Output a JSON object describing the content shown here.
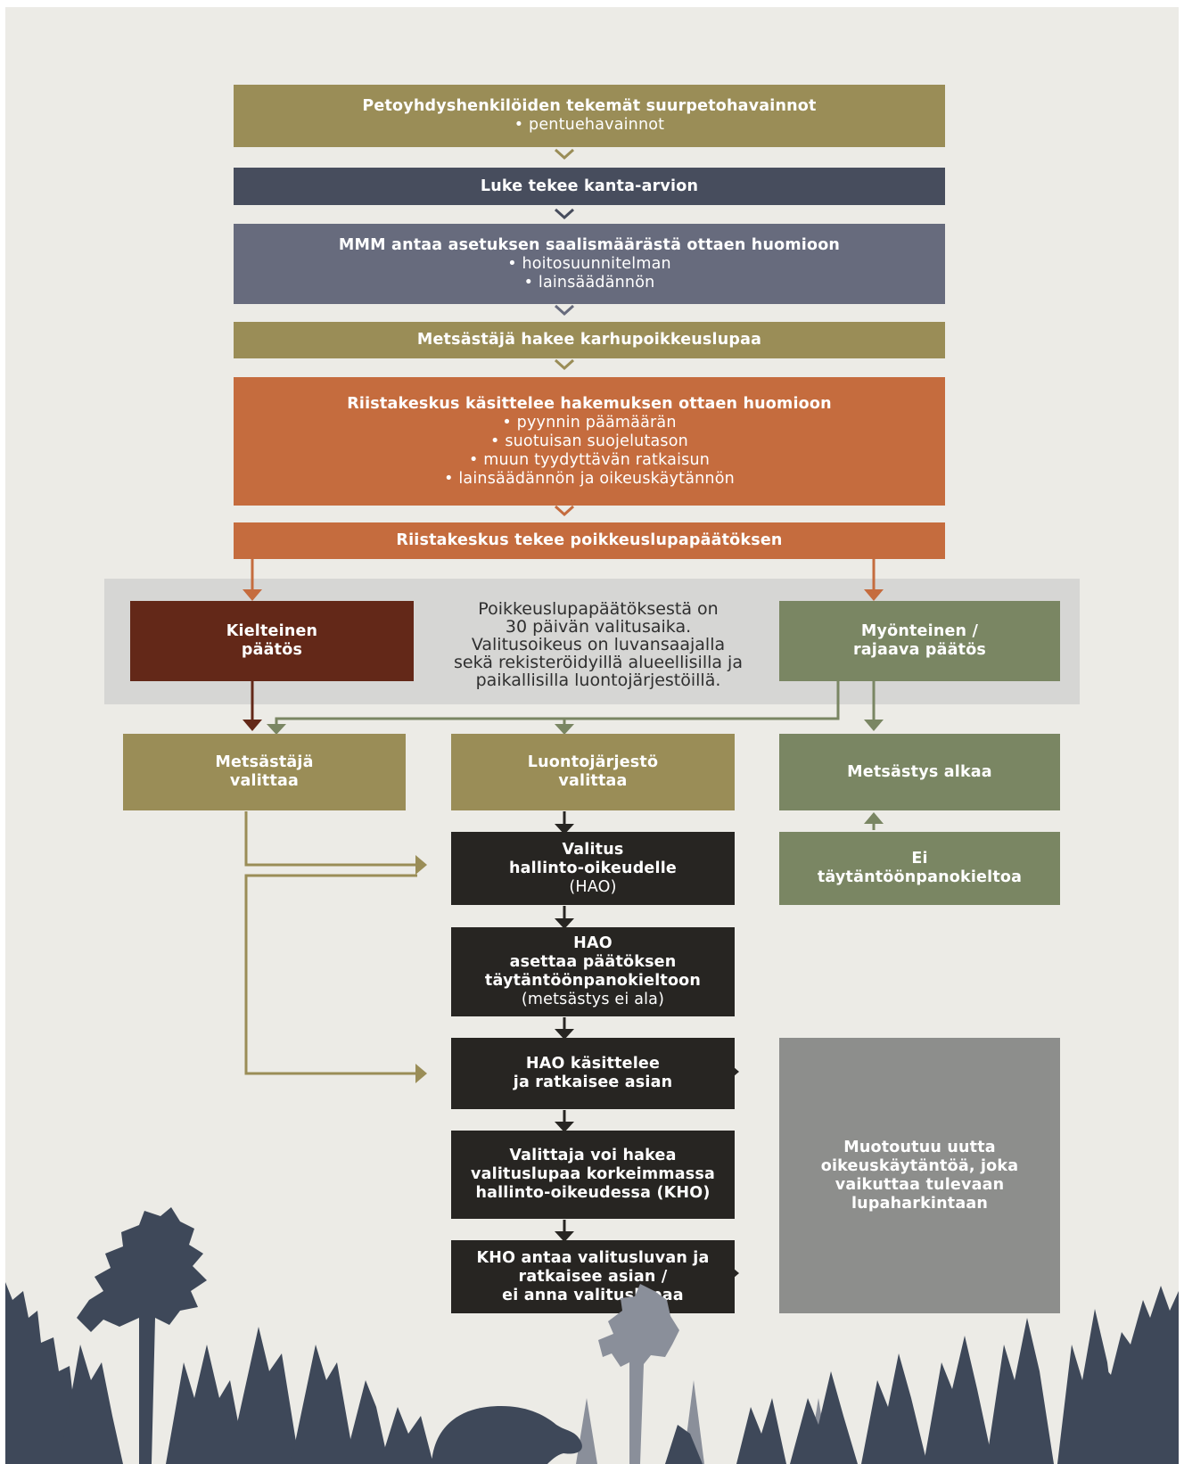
{
  "boxes": {
    "b1": {
      "title": "Petoyhdyshenkilöiden tekemät suurpetohavainnot",
      "lines": [
        "• pentuehavainnot"
      ]
    },
    "b2": {
      "title": "Luke tekee kanta-arvion"
    },
    "b3": {
      "title": "MMM antaa asetuksen saalismäärästä ottaen huomioon",
      "lines": [
        "• hoitosuunnitelman",
        "• lainsäädännön"
      ]
    },
    "b4": {
      "title": "Metsästäjä hakee karhupoikkeuslupaa"
    },
    "b5": {
      "title": "Riistakeskus käsittelee hakemuksen ottaen huomioon",
      "lines": [
        "• pyynnin päämäärän",
        "• suotuisan suojelutason",
        "• muun tyydyttävän ratkaisun",
        "• lainsäädännön ja oikeuskäytännön"
      ]
    },
    "b6": {
      "title": "Riistakeskus tekee poikkeuslupapäätöksen"
    },
    "b7": {
      "title": "Kielteinen\npäätös"
    },
    "b8": {
      "title": "Myönteinen /\nrajaava päätös"
    },
    "b9": {
      "title": "Metsästäjä\nvalittaa"
    },
    "b10": {
      "title": "Luontojärjestö\nvalittaa"
    },
    "b11": {
      "title": "Metsästys alkaa"
    },
    "b12": {
      "title": "Valitus\nhallinto-oikeudelle",
      "lines": [
        "(HAO)"
      ]
    },
    "b13": {
      "title": "Ei\ntäytäntöönpanokieltoa"
    },
    "b14": {
      "title": "HAO\nasettaa päätöksen\ntäytäntöönpanokieltoon",
      "lines": [
        "(metsästys ei ala)"
      ]
    },
    "b15": {
      "title": "HAO käsittelee\nja ratkaisee asian"
    },
    "b16": {
      "title": "Valittaja voi hakea\nvalituslupaa korkeimmassa\nhallinto-oikeudessa (KHO)"
    },
    "b17": {
      "title": "KHO antaa valitusluvan ja\nratkaisee asian /\nei anna valituslupaa"
    },
    "b18": {
      "title": "Muotoutuu uutta\noikeuskäytäntöä, joka\nvaikuttaa tulevaan\nlupaharkintaan"
    }
  },
  "note": "Poikkeuslupapäätöksestä on\n30 päivän valitusaika.\nValitusoikeus on luvansaajalla\nsekä rekisteröidyillä alueellisilla ja\npaikallisilla luontojärjestöillä.",
  "colors": {
    "olive": "#9a8d57",
    "slate": "#474d5d",
    "grayblue": "#676b7d",
    "orange": "#c56c3e",
    "maroon": "#632818",
    "green": "#7a8663",
    "dark": "#272522",
    "gray": "#8d8e8c",
    "trees": "#3e4859",
    "trees_light": "#8a8f9a",
    "background": "#ecebe6"
  }
}
